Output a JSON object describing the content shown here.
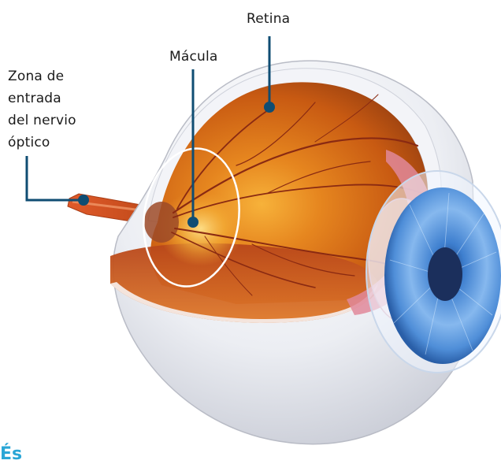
{
  "labels": {
    "retina": "Retina",
    "macula": "Mácula",
    "optic_nerve_lines": [
      "Zona de",
      "entrada",
      "del nervio",
      "óptico"
    ]
  },
  "corner_mark": "És",
  "colors": {
    "leader_line": "#0f4d73",
    "highlight_ring": "#ffffff",
    "sclera": "#eef0f4",
    "retina_inner": "#d86a18",
    "macula_glow": "#f4b838",
    "iris": "#4a8fd6",
    "corner_mark": "#2aa6d6"
  }
}
